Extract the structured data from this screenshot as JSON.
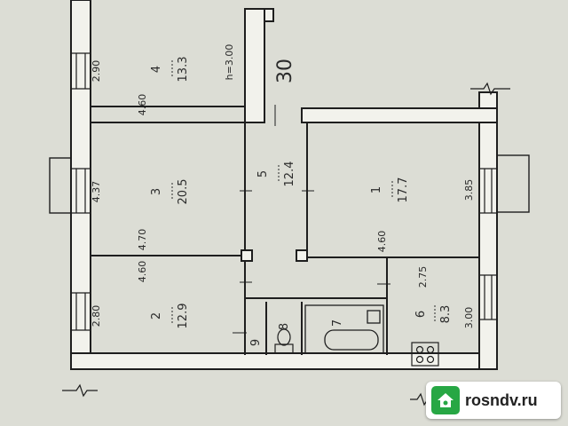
{
  "rooms": [
    {
      "number": "4",
      "area": "13.3"
    },
    {
      "number": "3",
      "area": "20.5"
    },
    {
      "number": "2",
      "area": "12.9"
    },
    {
      "number": "5",
      "area": "12.4"
    },
    {
      "number": "1",
      "area": "17.7"
    },
    {
      "number": "6",
      "area": "8.3"
    },
    {
      "number": "7"
    },
    {
      "number": "8"
    },
    {
      "number": "9"
    }
  ],
  "dimensions": {
    "d1": "2.90",
    "d2": "4.60",
    "d3": "4.37",
    "d4": "4.70",
    "d5": "4.60",
    "d6": "2.80",
    "d7": "4.60",
    "d8": "3.85",
    "d9": "2.75",
    "d10": "3.00"
  },
  "height_label": "h=3.00",
  "series_label": "30",
  "watermark": {
    "text": "rosndv.ru",
    "icon": "house-icon",
    "color": "#27a744"
  }
}
